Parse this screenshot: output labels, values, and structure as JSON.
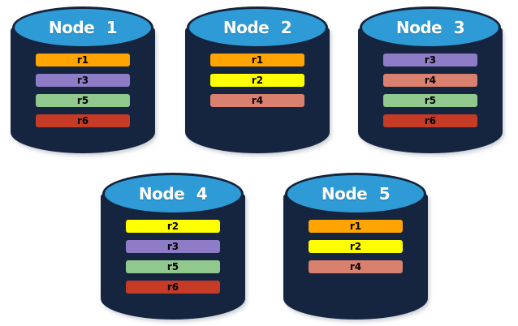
{
  "palette": {
    "background": "#ffffff",
    "cylinder_body": "#16253F",
    "cylinder_top_fill": "#2F9BD6",
    "cylinder_outline": "#14243D",
    "node_title_color": "#ffffff",
    "bar_label_color": "#000000"
  },
  "replica_colors": {
    "r1": "#FFA400",
    "r2": "#FFFF00",
    "r3": "#8E7CC6",
    "r4": "#D9806E",
    "r5": "#90C88E",
    "r6": "#C53B26"
  },
  "nodes": [
    {
      "label": "Node 1",
      "replicas": [
        "r1",
        "r3",
        "r5",
        "r6"
      ]
    },
    {
      "label": "Node 2",
      "replicas": [
        "r1",
        "r2",
        "r4"
      ]
    },
    {
      "label": "Node 3",
      "replicas": [
        "r3",
        "r4",
        "r5",
        "r6"
      ]
    },
    {
      "label": "Node 4",
      "replicas": [
        "r2",
        "r3",
        "r5",
        "r6"
      ]
    },
    {
      "label": "Node 5",
      "replicas": [
        "r1",
        "r2",
        "r4"
      ]
    }
  ]
}
